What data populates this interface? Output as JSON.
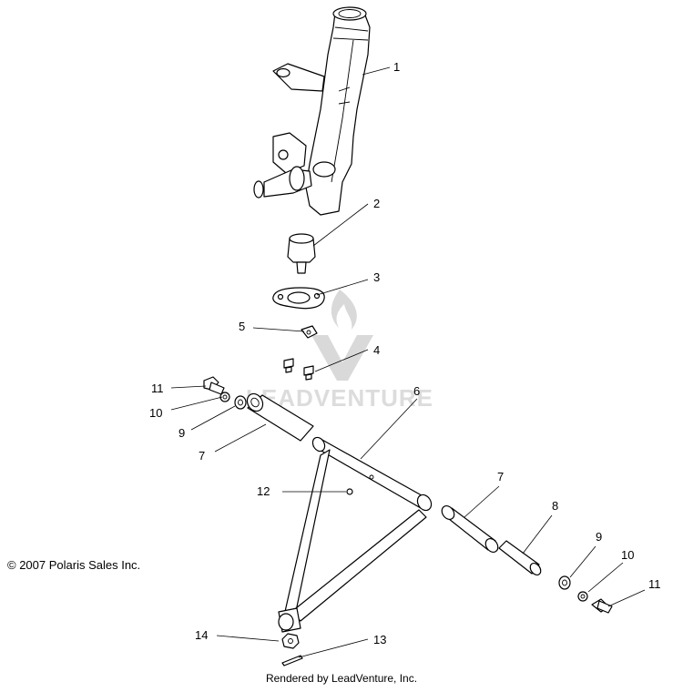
{
  "diagram": {
    "callouts": [
      {
        "id": "c1",
        "label": "1"
      },
      {
        "id": "c2",
        "label": "2"
      },
      {
        "id": "c3",
        "label": "3"
      },
      {
        "id": "c4",
        "label": "4"
      },
      {
        "id": "c5",
        "label": "5"
      },
      {
        "id": "c6",
        "label": "6"
      },
      {
        "id": "c7a",
        "label": "7"
      },
      {
        "id": "c7b",
        "label": "7"
      },
      {
        "id": "c8",
        "label": "8"
      },
      {
        "id": "c9a",
        "label": "9"
      },
      {
        "id": "c9b",
        "label": "9"
      },
      {
        "id": "c10a",
        "label": "10"
      },
      {
        "id": "c10b",
        "label": "10"
      },
      {
        "id": "c11a",
        "label": "11"
      },
      {
        "id": "c11b",
        "label": "11"
      },
      {
        "id": "c12",
        "label": "12"
      },
      {
        "id": "c13",
        "label": "13"
      },
      {
        "id": "c14",
        "label": "14"
      }
    ],
    "watermark": "LEADVENTURE"
  },
  "copyright": "© 2007 Polaris Sales Inc.",
  "footer": "Rendered by LeadVenture, Inc."
}
